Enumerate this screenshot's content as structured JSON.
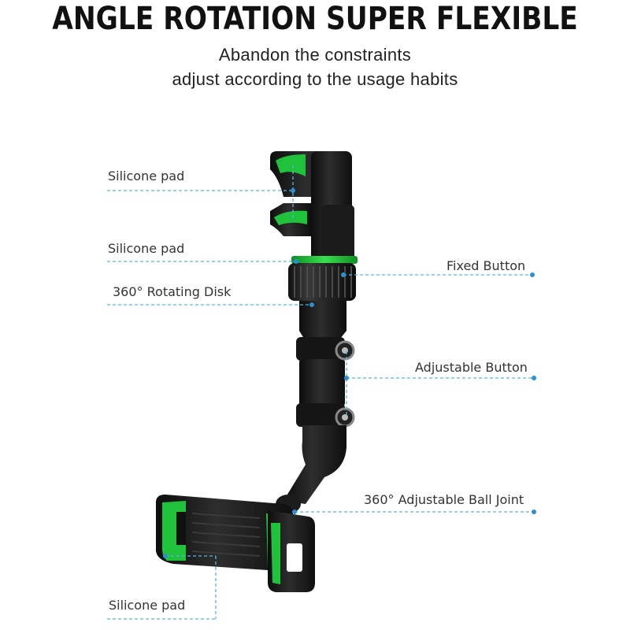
{
  "header": {
    "title": "ANGLE ROTATION SUPER FLEXIBLE",
    "subtitle_line1": "Abandon the constraints",
    "subtitle_line2": "adjust according to the usage habits"
  },
  "callouts": {
    "silicone_pad_top": "Silicone pad",
    "silicone_pad_mid": "Silicone pad",
    "rotating_disk": "360° Rotating Disk",
    "fixed_button": "Fixed Button",
    "adjustable_button": "Adjustable Button",
    "ball_joint": "360° Adjustable Ball Joint",
    "silicone_pad_bottom": "Silicone pad"
  },
  "colors": {
    "accent_green": "#1fc23a",
    "body_black": "#1a1a1a",
    "leader_line": "#5ab4e6"
  }
}
